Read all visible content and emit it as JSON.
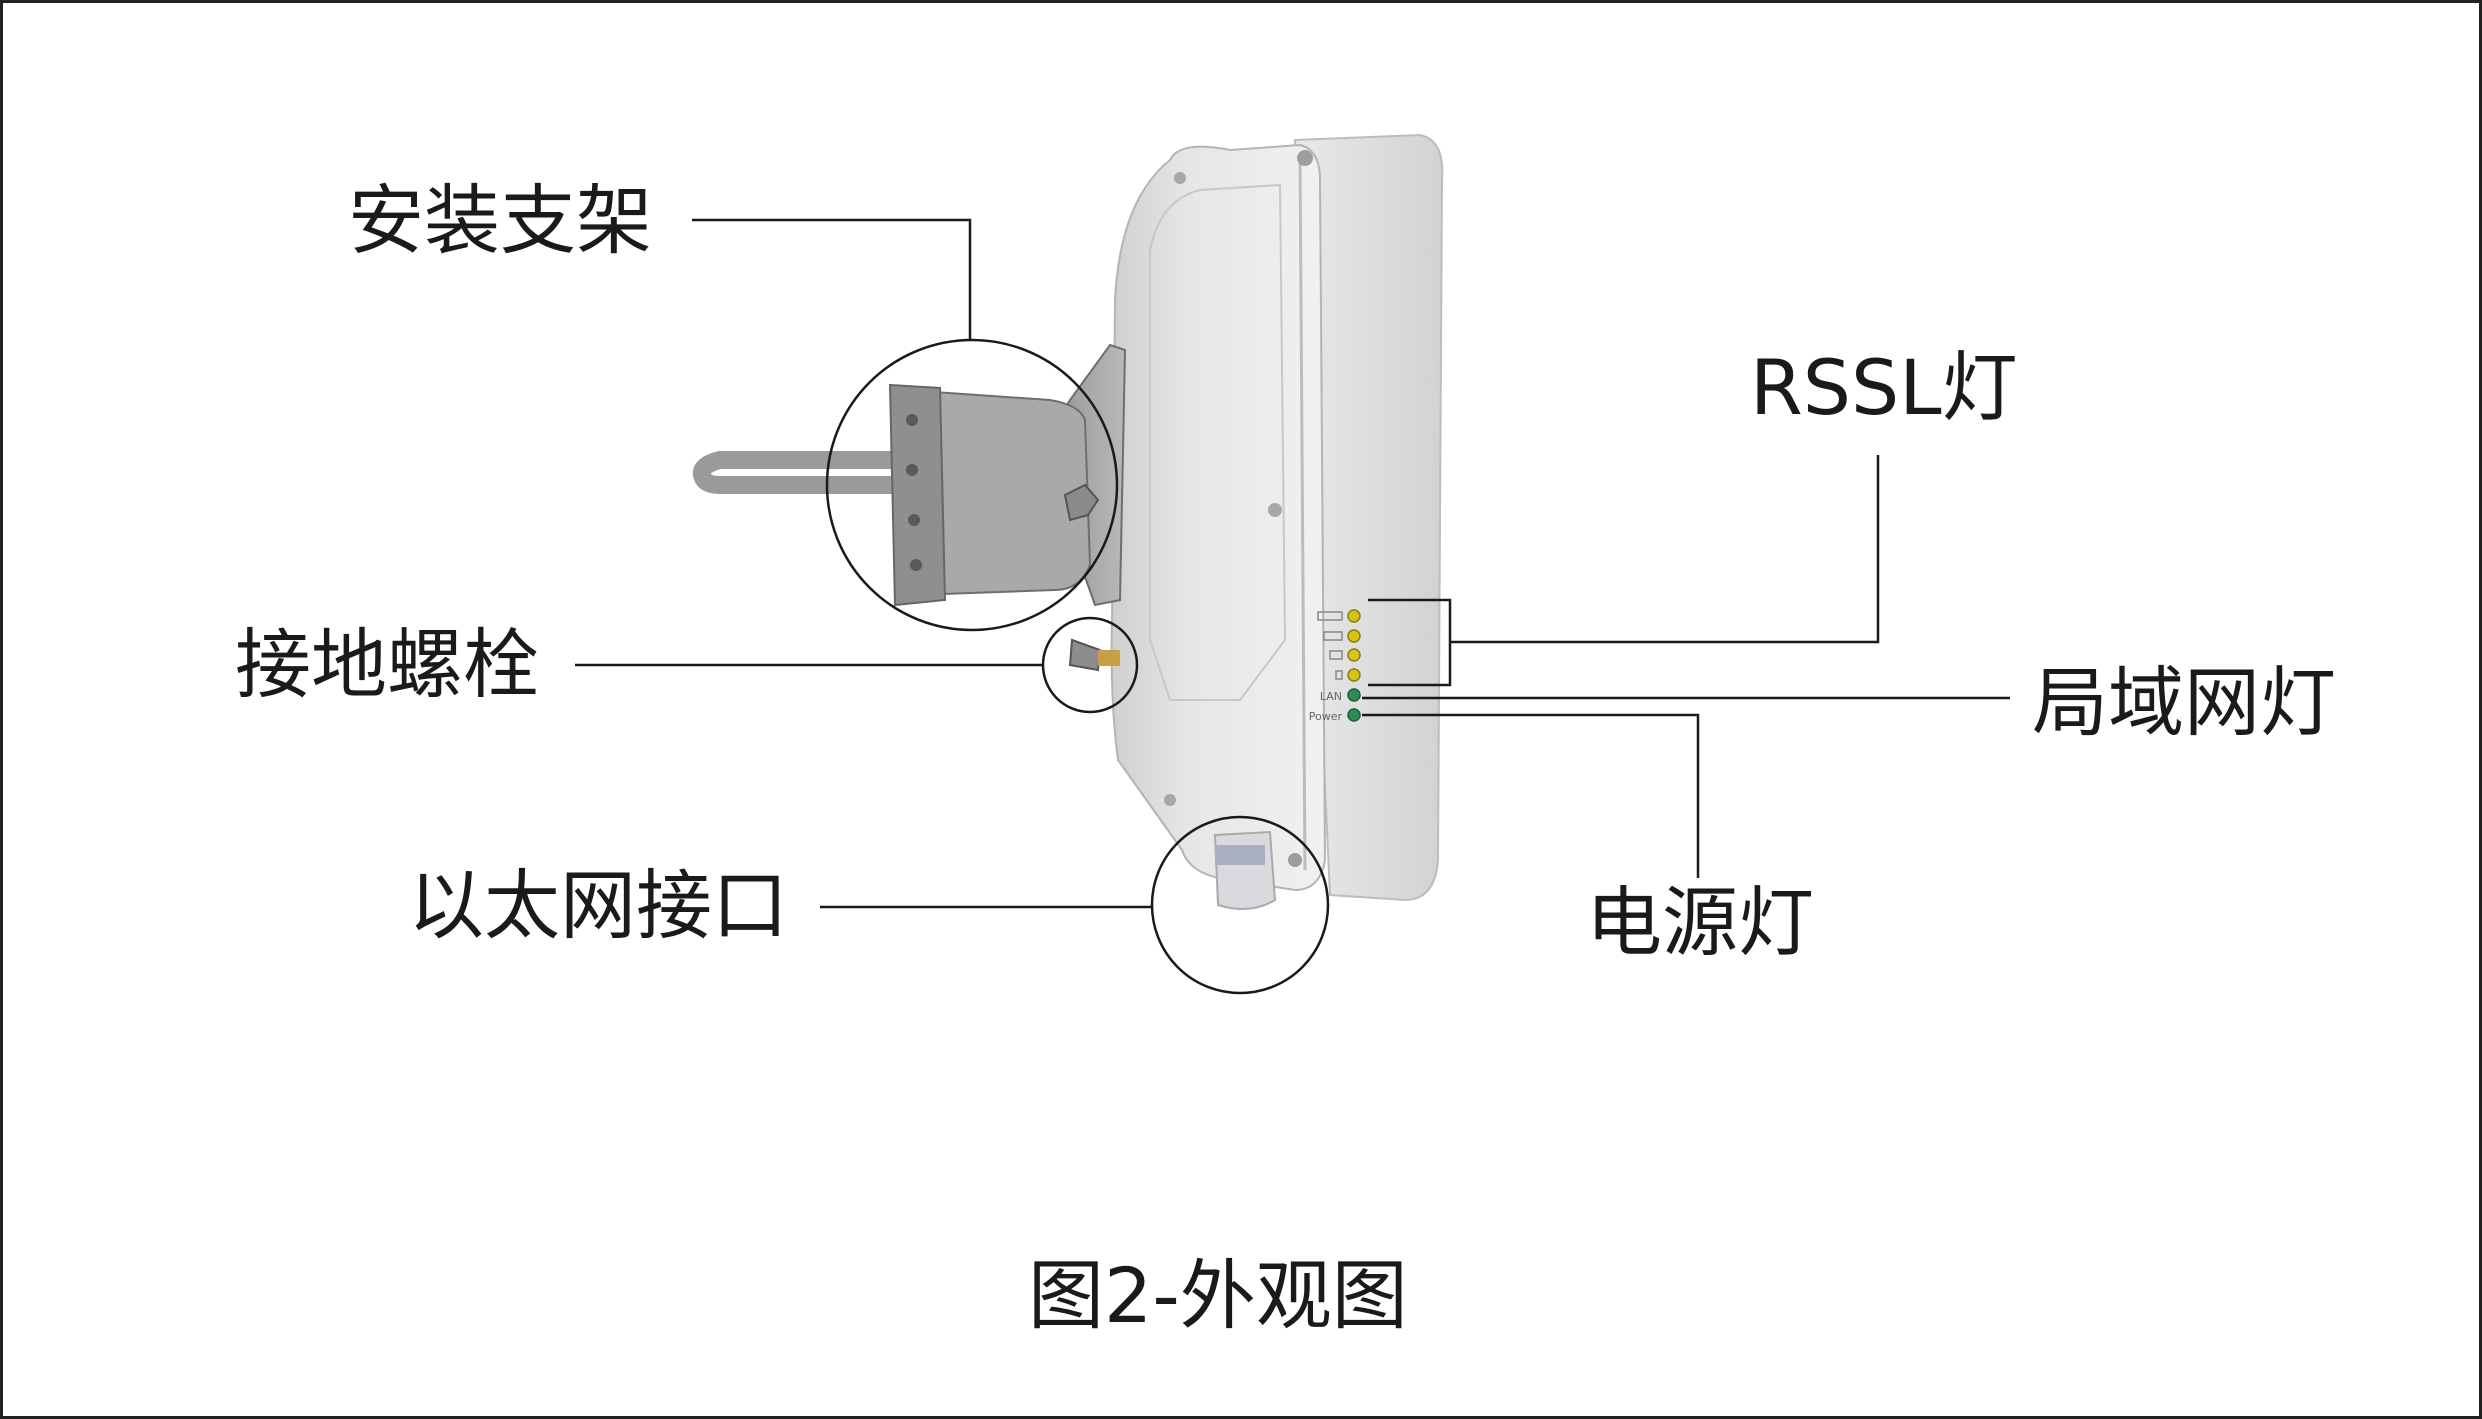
{
  "labels": {
    "mount_bracket": "安装支架",
    "ground_bolt": "接地螺栓",
    "ethernet_port": "以太网接口",
    "rssl_light": "RSSL灯",
    "lan_light": "局域网灯",
    "power_light": "电源灯"
  },
  "device": {
    "led_labels": {
      "lan": "LAN",
      "power": "Power"
    }
  },
  "caption": "图2-外观图",
  "colors": {
    "led_yellow": "#d6c418",
    "led_green": "#2e8b57",
    "housing": "#e4e4e4",
    "bracket": "#8c8c8c",
    "line": "#1a1a1a"
  }
}
